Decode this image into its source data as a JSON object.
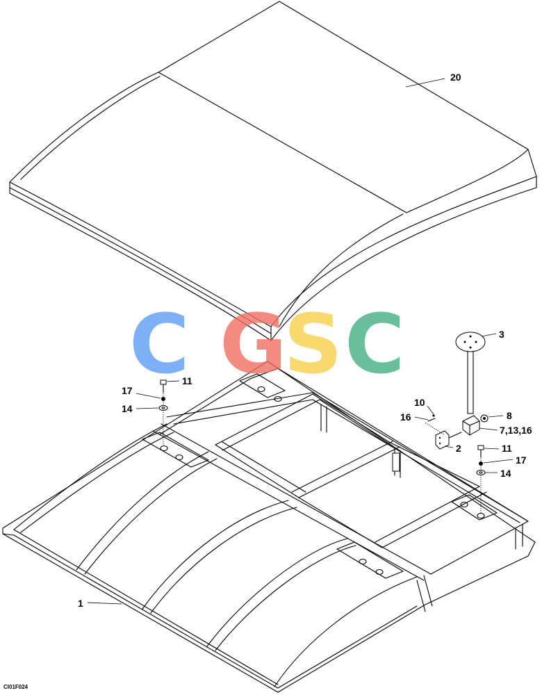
{
  "drawing_code": "CI01F024",
  "watermark": {
    "letters": [
      {
        "char": "C",
        "color": "#5b9bf5"
      },
      {
        "char": "G",
        "color": "#f26b5e"
      },
      {
        "char": "S",
        "color": "#f7cf46"
      },
      {
        "char": "C",
        "color": "#3fae7f"
      }
    ]
  },
  "callouts": {
    "c20": "20",
    "c3": "3",
    "c11_left": "11",
    "c17_left": "17",
    "c14_left": "14",
    "c10": "10",
    "c16": "16",
    "c8": "8",
    "c7_13_16": "7,13,16",
    "c2": "2",
    "c11_right": "11",
    "c17_right": "17",
    "c14_right": "14",
    "c1": "1"
  }
}
